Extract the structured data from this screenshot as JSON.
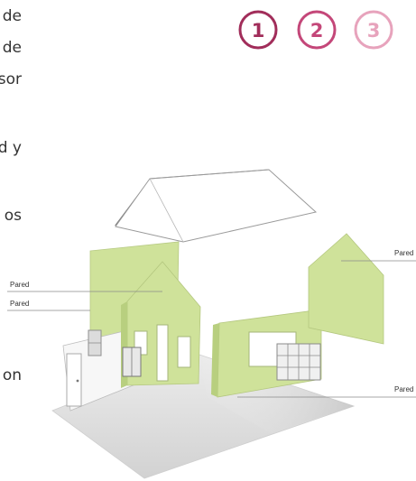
{
  "text_fragments": [
    "de",
    "de",
    "sor",
    "d y",
    "os",
    "on"
  ],
  "steps": [
    {
      "number": "1",
      "color": "#a12d5a"
    },
    {
      "number": "2",
      "color": "#c44779"
    },
    {
      "number": "3",
      "color": "#e7a3bc"
    }
  ],
  "labels": [
    "Pared",
    "Pared",
    "Pared",
    "Pared"
  ],
  "colors": {
    "wall_green": "#cfe29a",
    "wall_green_dark": "#b8cf7f",
    "roof_gray": "#7a7a7a",
    "floor_gray": "#e2e2e2",
    "leader_line": "#8a8a8a"
  }
}
